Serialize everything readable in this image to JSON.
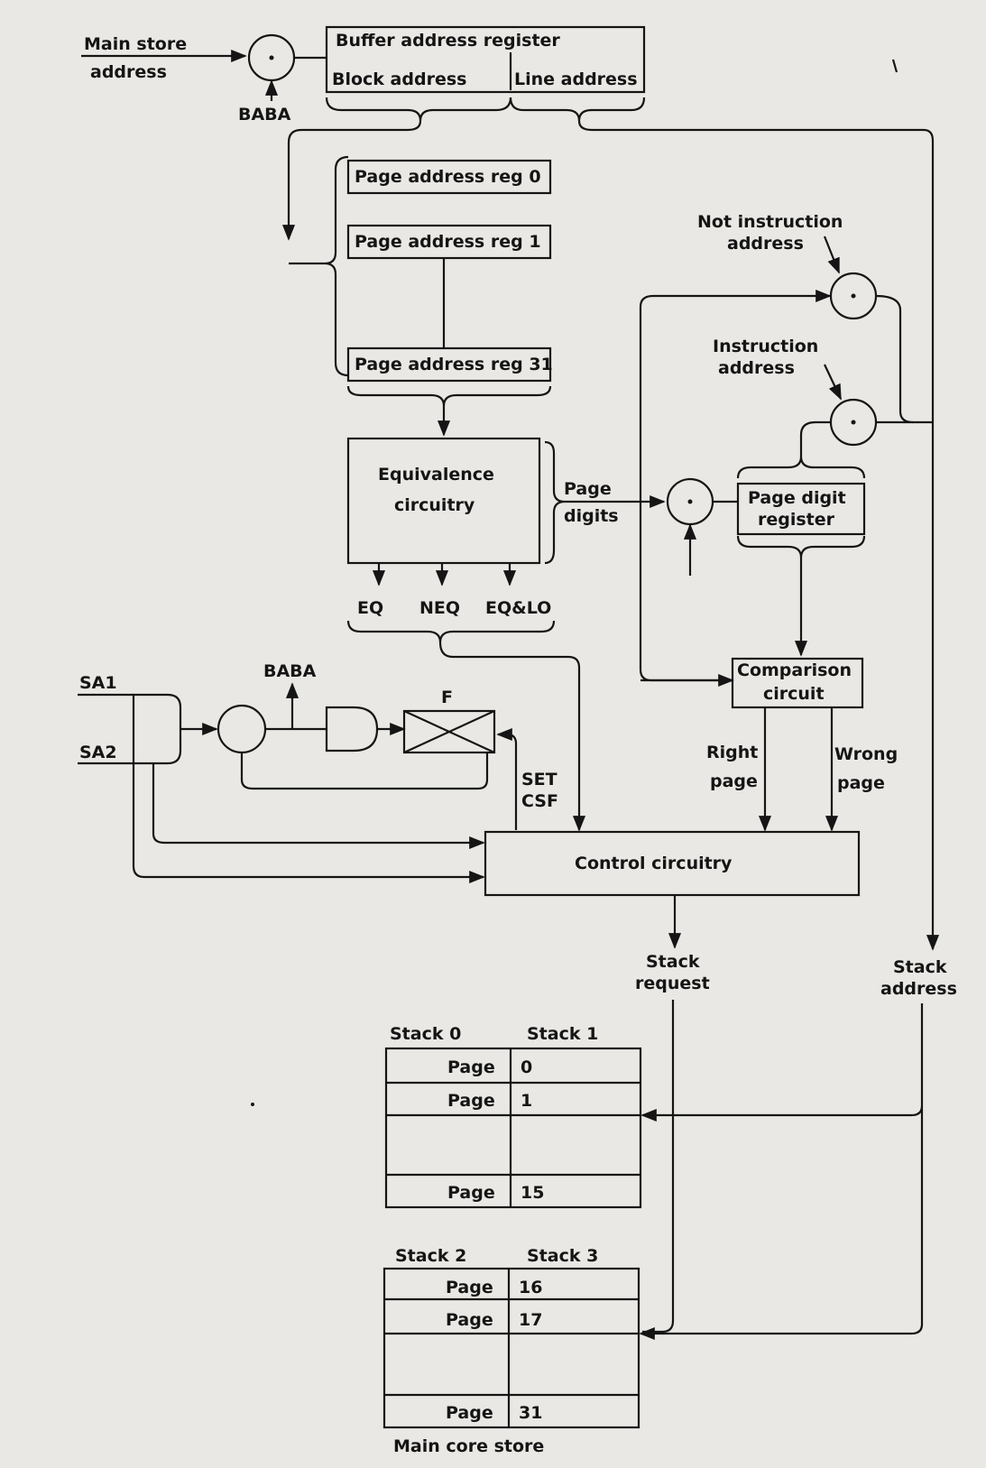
{
  "labels": {
    "main_store_address_1": "Main store",
    "main_store_address_2": "address",
    "baba_top": "BABA",
    "buffer_address_register": "Buffer   address   register",
    "block_address": "Block address",
    "line_address": "Line address",
    "page_reg_0": "Page address reg 0",
    "page_reg_1": "Page address reg 1",
    "page_reg_31": "Page address reg 31",
    "not_instruction_1": "Not instruction",
    "not_instruction_2": "address",
    "instruction_1": "Instruction",
    "instruction_2": "address",
    "equivalence_1": "Equivalence",
    "equivalence_2": "circuitry",
    "page_digits_1": "Page",
    "page_digits_2": "digits",
    "page_digit_register_1": "Page digit",
    "page_digit_register_2": "register",
    "eq": "EQ",
    "neq": "NEQ",
    "eqlo": "EQ&LO",
    "comparison_1": "Comparison",
    "comparison_2": "circuit",
    "sa1": "SA1",
    "sa2": "SA2",
    "baba_mid": "BABA",
    "f": "F",
    "set": "SET",
    "csf": "CSF",
    "right_page_1": "Right",
    "right_page_2": "page",
    "wrong_page_1": "Wrong",
    "wrong_page_2": "page",
    "control_circuitry": "Control   circuitry",
    "stack_request_1": "Stack",
    "stack_request_2": "request",
    "stack_address_1": "Stack",
    "stack_address_2": "address",
    "stack_0": "Stack 0",
    "stack_1": "Stack 1",
    "stack_2": "Stack 2",
    "stack_3": "Stack 3",
    "main_core_store": "Main   core   store"
  },
  "stack_table_a": [
    {
      "left": "Page",
      "right": "0"
    },
    {
      "left": "Page",
      "right": "1"
    },
    {
      "left": "",
      "right": ""
    },
    {
      "left": "Page",
      "right": "15"
    }
  ],
  "stack_table_b": [
    {
      "left": "Page",
      "right": "16"
    },
    {
      "left": "Page",
      "right": "17"
    },
    {
      "left": "",
      "right": ""
    },
    {
      "left": "Page",
      "right": "31"
    }
  ]
}
